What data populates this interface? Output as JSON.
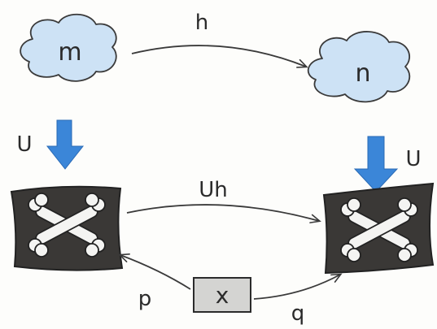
{
  "nodes": {
    "cloud_left": {
      "label": "m",
      "icon": "cloud-icon"
    },
    "cloud_right": {
      "label": "n",
      "icon": "cloud-icon"
    },
    "flag_left": {
      "icon": "skull-crossbones-flag-icon"
    },
    "flag_right": {
      "icon": "skull-crossbones-flag-icon"
    },
    "box": {
      "label": "x"
    }
  },
  "arrows": {
    "top": {
      "label": "h"
    },
    "middle": {
      "label": "Uh"
    },
    "down_left": {
      "label": "U"
    },
    "down_right": {
      "label": "U"
    },
    "bottom_left": {
      "label": "p"
    },
    "bottom_right": {
      "label": "q"
    }
  },
  "colors": {
    "cloud_fill": "#cde2f5",
    "down_arrow": "#3b86d8",
    "flag_fill": "#3a3836",
    "bone_fill": "#f4f4f2",
    "ink": "#2b2b2b",
    "box_fill": "#d4d4d2"
  }
}
